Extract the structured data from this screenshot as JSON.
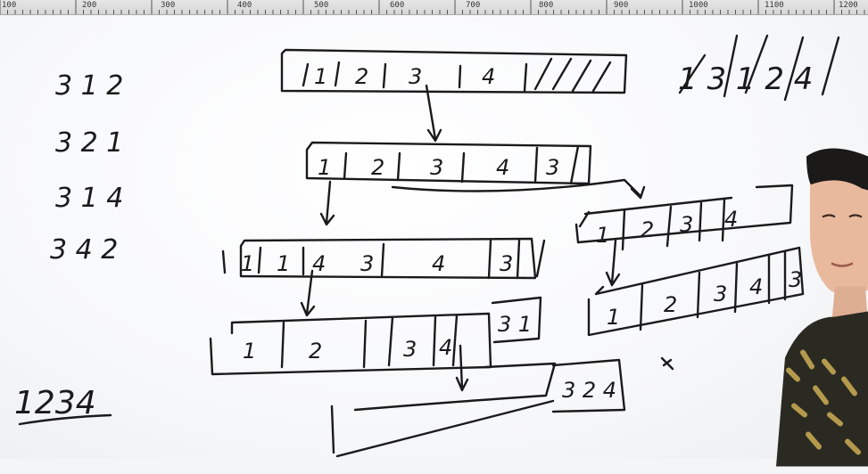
{
  "ruler": {
    "labels": [
      "100",
      "200",
      "300",
      "400",
      "500",
      "600",
      "700",
      "800",
      "900",
      "1000",
      "1100",
      "1200"
    ]
  },
  "whiteboard": {
    "permutations_list": [
      "3 1 2",
      "3 2 1",
      "3 1 4",
      "3 4 2"
    ],
    "digits_bottom_left": "1234",
    "top_right_sequence": "1 3 1 2 4",
    "row1_cells": [
      "1",
      "2",
      "3",
      "4"
    ],
    "row2_cells": [
      "1",
      "2",
      "3",
      "4"
    ],
    "row2_tail": "3",
    "row3_cells": [
      "1",
      "1",
      "4",
      "3",
      "4"
    ],
    "row3_tail": "3",
    "row4_cells": [
      "1",
      "2",
      "3",
      "4"
    ],
    "row4_tail": "3 1",
    "row5_tail": "3 2 4",
    "right_row1_cells": [
      "1",
      "2",
      "3",
      "4"
    ],
    "right_row2_cells": [
      "1",
      "2",
      "3",
      "4"
    ],
    "right_row2_tail": "3"
  },
  "colors": {
    "ink": "#1a1a1a",
    "board": "#f7f8fa",
    "ruler": "#d9d9d9"
  }
}
